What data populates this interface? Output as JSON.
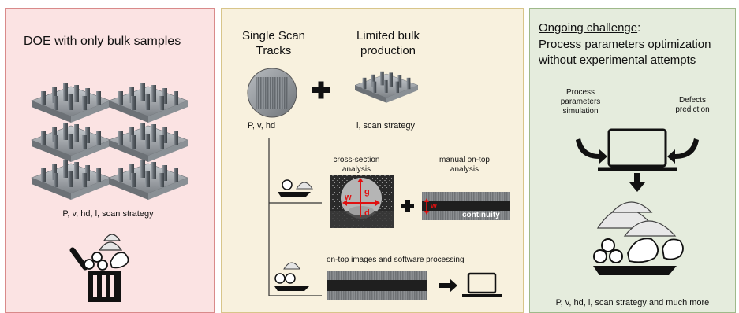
{
  "left_panel": {
    "title": "DOE with only bulk samples",
    "params": "P, v, hd, l, scan strategy"
  },
  "middle_panel": {
    "sst_title": "Single Scan\nTracks",
    "bulk_title": "Limited bulk\nproduction",
    "sst_params": "P, v, hd",
    "bulk_params": "l, scan strategy",
    "cross_section": "cross-section\nanalysis",
    "manual": "manual on-top\nanalysis",
    "label_g": "g",
    "label_w": "w",
    "label_d": "d",
    "label_w2": "w",
    "continuity": "continuity",
    "ontop": "on-top images and software processing"
  },
  "right_panel": {
    "title_underlined": "Ongoing challenge",
    "title_colon": ":",
    "title_line2": "Process parameters optimization",
    "title_line3": "without experimental attempts",
    "sim_label": "Process\nparameters\nsimulation",
    "defects_label": "Defects\nprediction",
    "footer": "P, v, hd, l, scan strategy and much more"
  },
  "colors": {
    "left_bg": "#fbe3e3",
    "middle_bg": "#f8f1de",
    "right_bg": "#e5ecdd",
    "annotation_red": "#e01010"
  }
}
